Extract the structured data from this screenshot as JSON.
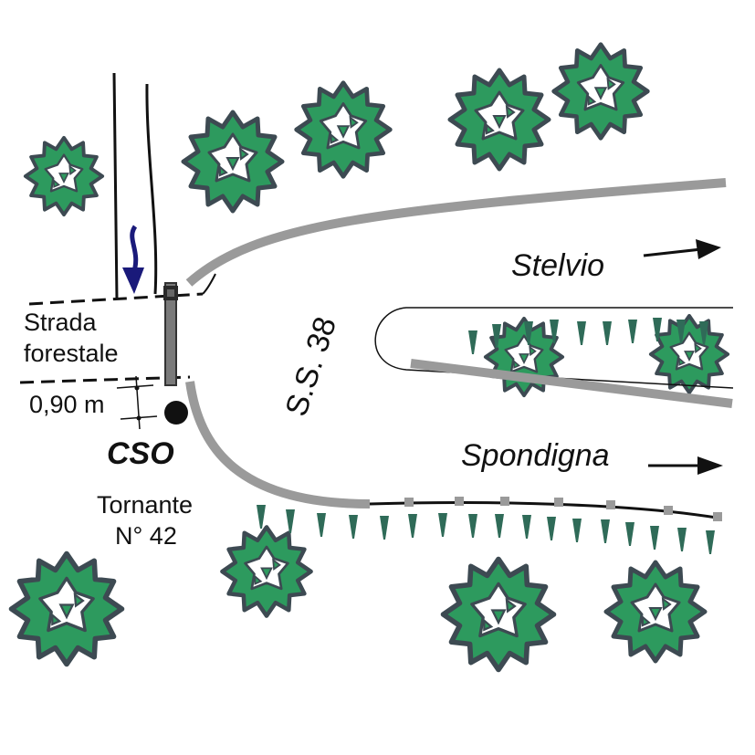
{
  "labels": {
    "road_side": "Strada",
    "road_side_2": "forestale",
    "width": "0,90 m",
    "cso": "CSO",
    "hairpin": "Tornante",
    "hairpin_no": "N° 42",
    "road_name": "S.S. 38",
    "direction_north": "Stelvio",
    "direction_south": "Spondigna"
  },
  "colors": {
    "tree_fill": "#2d9a5e",
    "tree_stroke": "#3d4a52",
    "road_gray": "#9a9a9a",
    "channel_line": "#111111",
    "flow_arrow": "#1a1a7a",
    "grass_marks": "#2f6b58"
  },
  "icons": {
    "tree": "tree-icon",
    "flow": "flow-arrow-icon",
    "direction": "right-arrow-icon",
    "outfall": "cso-dot-icon"
  }
}
